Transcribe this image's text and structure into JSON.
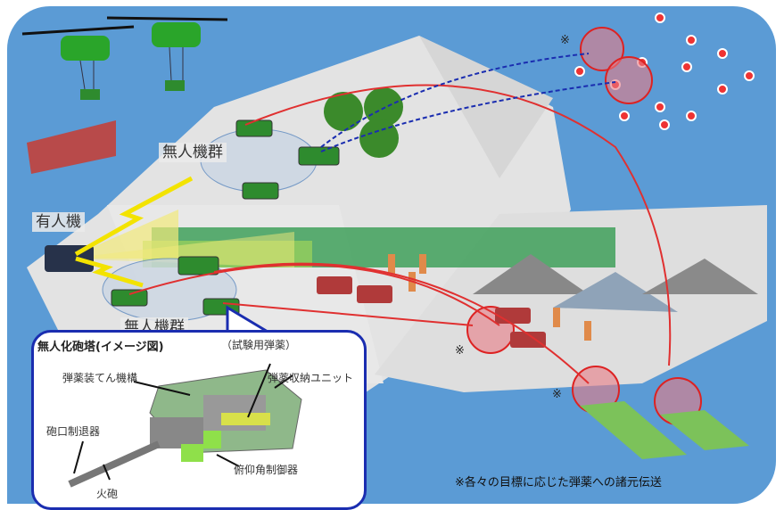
{
  "diagram": {
    "labels": {
      "unmanned_group_upper": "無人機群",
      "unmanned_group_lower": "無人機群",
      "manned_aircraft": "有人機"
    },
    "target_marks": [
      "※",
      "※",
      "※",
      "※"
    ],
    "inset": {
      "title": "無人化砲塔(イメージ図)",
      "subtitle": "（試験用弾薬）",
      "parts": {
        "loader": "弾薬装てん機構",
        "storage_unit": "弾薬収納ユニット",
        "muzzle_brake": "砲口制退器",
        "elevation_controller": "俯仰角制御器",
        "gun": "火砲"
      }
    },
    "footnote": "※各々の目標に応じた弾薬への諸元伝送",
    "colors": {
      "sea": "#5b9bd5",
      "land": "#e3e3e3",
      "fire_line": "#e03030",
      "data_link": "#1a2db0",
      "inset_border": "#1a2db0",
      "robot_green": "#2e8b2e",
      "burst_fill": "#e87b86"
    }
  }
}
